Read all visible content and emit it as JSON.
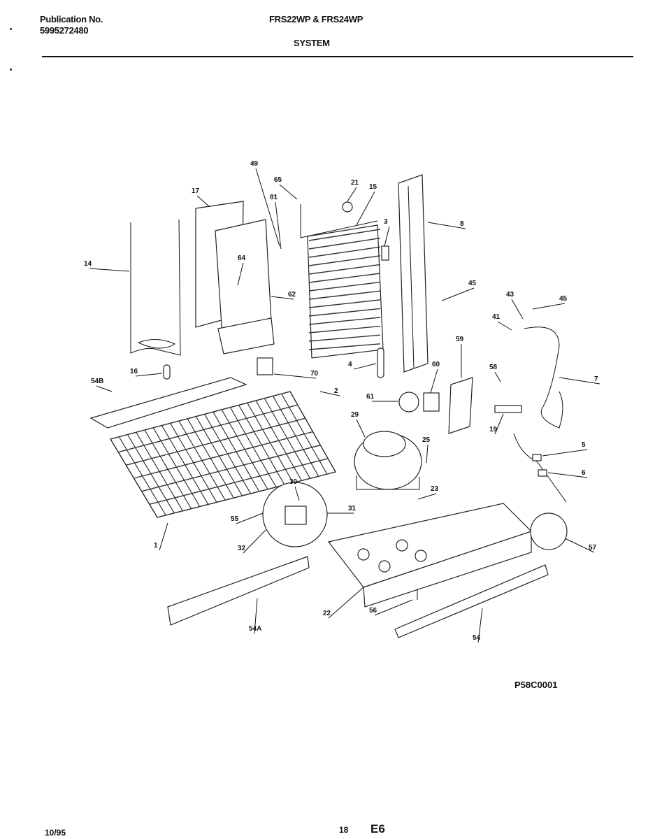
{
  "header": {
    "publication_label": "Publication No.",
    "publication_number": "5995272480",
    "model": "FRS22WP & FRS24WP",
    "section_title": "SYSTEM"
  },
  "diagram": {
    "callouts": [
      "49",
      "65",
      "21",
      "15",
      "17",
      "81",
      "3",
      "8",
      "14",
      "64",
      "62",
      "45",
      "43",
      "45",
      "41",
      "59",
      "60",
      "58",
      "7",
      "16",
      "70",
      "4",
      "54B",
      "2",
      "61",
      "19",
      "29",
      "25",
      "5",
      "6",
      "30",
      "23",
      "55",
      "31",
      "57",
      "32",
      "1",
      "22",
      "56",
      "54A",
      "54"
    ]
  },
  "footer": {
    "drawing_code": "P58C0001",
    "date": "10/95",
    "page_number": "18",
    "section_code": "E6"
  }
}
